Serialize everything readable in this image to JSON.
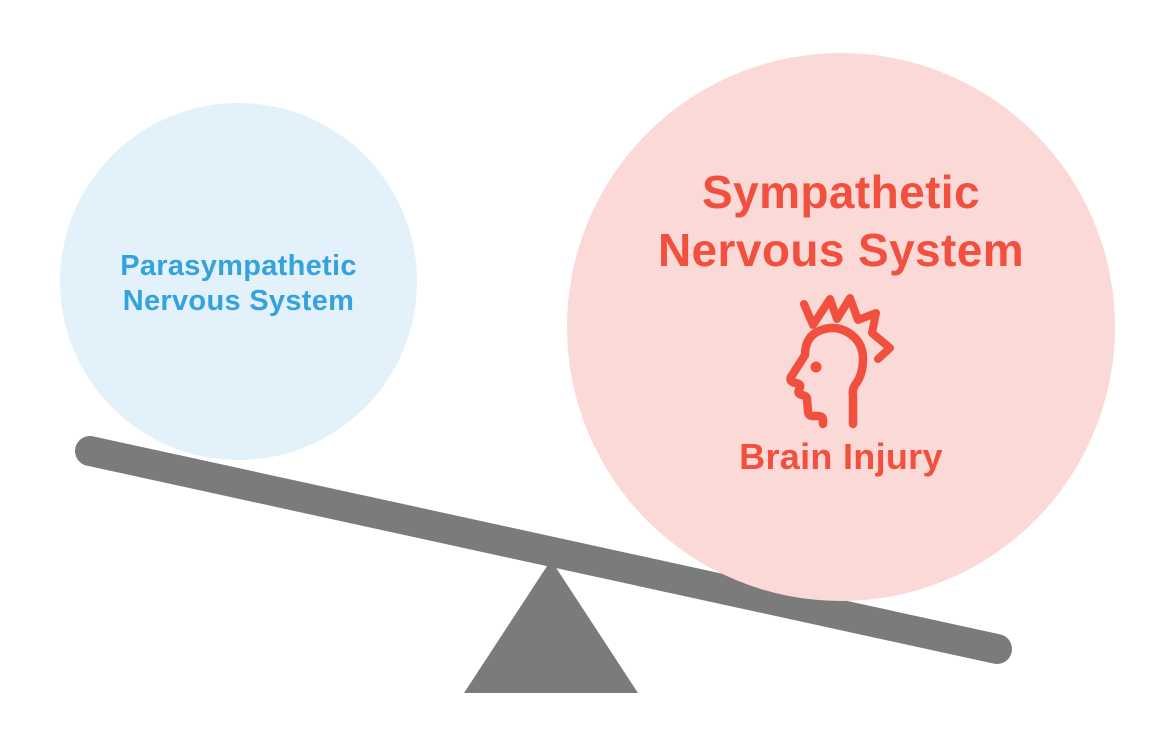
{
  "diagram": {
    "type": "seesaw-balance-diagram",
    "left_circle": {
      "label_line1": "Parasympathetic",
      "label_line2": "Nervous System"
    },
    "right_circle": {
      "title_line1": "Sympathetic",
      "title_line2": "Nervous System",
      "icon": "head-profile-with-impact-burst",
      "caption": "Brain Injury"
    },
    "seesaw": {
      "tilt": "right-side-down"
    }
  },
  "colors": {
    "background": "#FFFFFF",
    "left_circle_fill": "#E2F1FA",
    "left_text": "#35A3DB",
    "right_circle_fill": "#FBD9D6",
    "right_text": "#F2503E",
    "seesaw_gray": "#7B7B7B"
  }
}
